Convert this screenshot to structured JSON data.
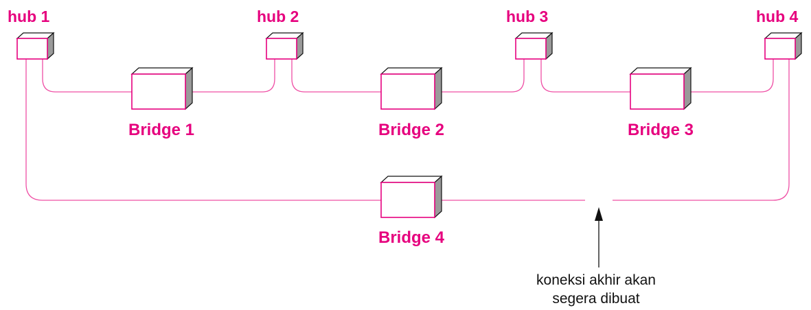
{
  "colors": {
    "accent": "#e6007e",
    "line": "#ef4fa5",
    "text": "#111111"
  },
  "hubs": [
    {
      "label": "hub 1"
    },
    {
      "label": "hub 2"
    },
    {
      "label": "hub 3"
    },
    {
      "label": "hub 4"
    }
  ],
  "bridges": [
    {
      "label": "Bridge 1"
    },
    {
      "label": "Bridge 2"
    },
    {
      "label": "Bridge 3"
    },
    {
      "label": "Bridge 4"
    }
  ],
  "annotation": {
    "line1": "koneksi akhir akan",
    "line2": "segera dibuat"
  }
}
